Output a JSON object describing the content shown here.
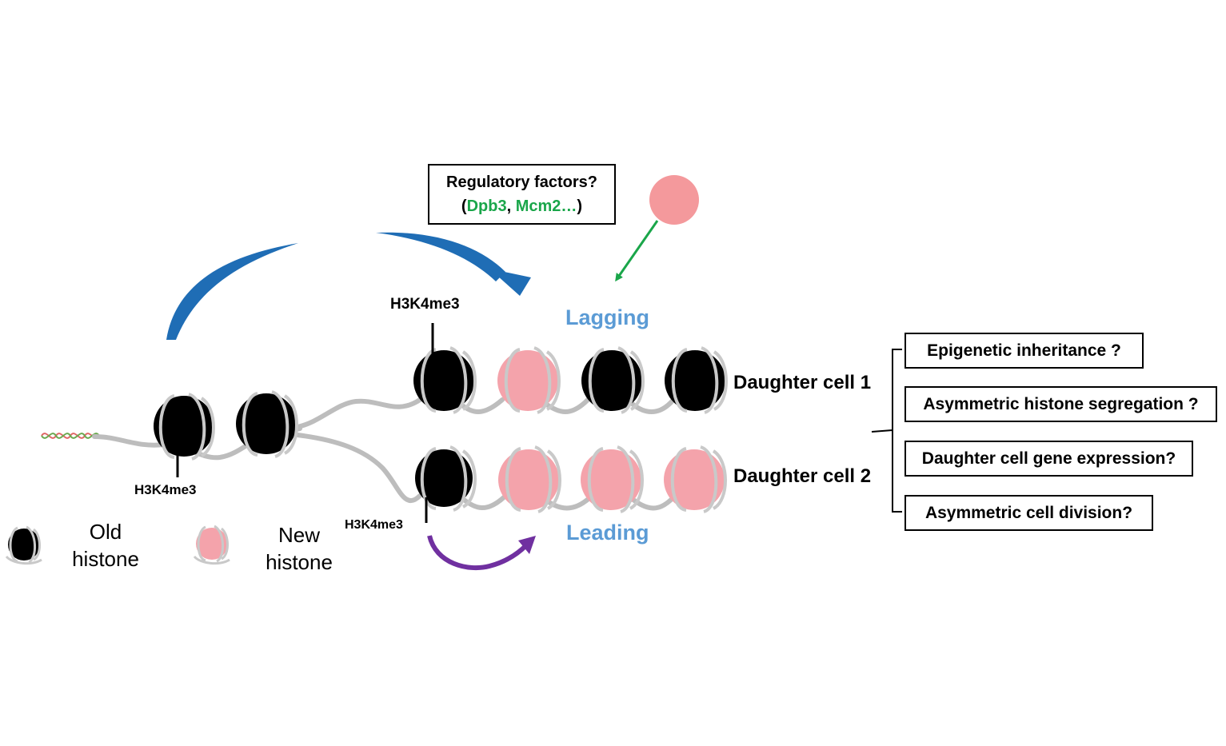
{
  "regulatory": {
    "line1": "Regulatory factors?",
    "open_paren": "(",
    "factor1": "Dpb3",
    "comma": ", ",
    "factor2": "Mcm2…",
    "close_paren": ")"
  },
  "strands": {
    "lagging": "Lagging",
    "leading": "Leading"
  },
  "daughters": {
    "cell1": "Daughter cell 1",
    "cell2": "Daughter cell 2"
  },
  "marks": {
    "parental": "H3K4me3",
    "lagging": "H3K4me3",
    "leading": "H3K4me3"
  },
  "legend": {
    "old_line1": "Old",
    "old_line2": "histone",
    "new_line1": "New",
    "new_line2": "histone"
  },
  "questions": [
    "Epigenetic inheritance ?",
    "Asymmetric histone segregation ?",
    "Daughter cell gene expression?",
    "Asymmetric cell division?"
  ],
  "colors": {
    "old_histone": "#000000",
    "new_histone": "#f4a3ab",
    "dna_wrap": "#bdbdbd",
    "blue_arrow": "#1f6db5",
    "green_arrow": "#1aa64a",
    "purple_arrow": "#7030a0",
    "factor_ball": "#f4999c",
    "strand_label": "#5b9bd5"
  }
}
